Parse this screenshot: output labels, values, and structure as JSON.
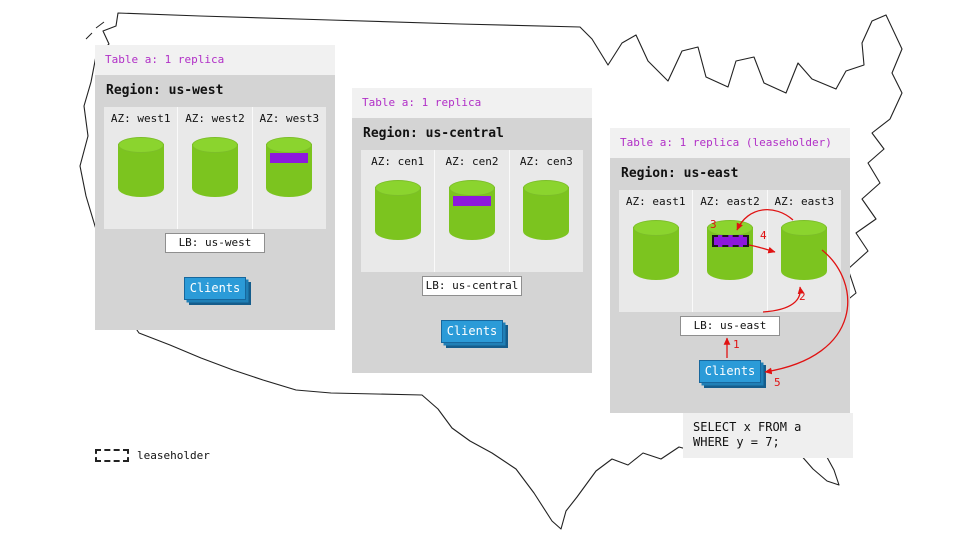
{
  "regions": [
    {
      "table_label": "Table a: 1 replica",
      "region_label": "Region: us-west",
      "azs": [
        {
          "label": "AZ: west1"
        },
        {
          "label": "AZ: west2"
        },
        {
          "label": "AZ: west3"
        }
      ],
      "lb_label": "LB: us-west",
      "clients_label": "Clients"
    },
    {
      "table_label": "Table a: 1 replica",
      "region_label": "Region: us-central",
      "azs": [
        {
          "label": "AZ: cen1"
        },
        {
          "label": "AZ: cen2"
        },
        {
          "label": "AZ: cen3"
        }
      ],
      "lb_label": "LB: us-central",
      "clients_label": "Clients"
    },
    {
      "table_label": "Table a: 1 replica (leaseholder)",
      "region_label": "Region: us-east",
      "azs": [
        {
          "label": "AZ: east1"
        },
        {
          "label": "AZ: east2"
        },
        {
          "label": "AZ: east3"
        }
      ],
      "lb_label": "LB: us-east",
      "clients_label": "Clients"
    }
  ],
  "query": {
    "line1": "SELECT x FROM a",
    "line2": "WHERE y = 7;"
  },
  "arrow_labels": {
    "a1": "1",
    "a2": "2",
    "a3": "3",
    "a4": "4",
    "a5": "5"
  },
  "legend": {
    "label": "leaseholder"
  },
  "colors": {
    "replica_green": "#7cc41f",
    "replica_purple": "#8d18dd",
    "table_label_purple": "#b12fc7",
    "arrow_red": "#e01212",
    "clients_blue": "#2b9bd8"
  }
}
